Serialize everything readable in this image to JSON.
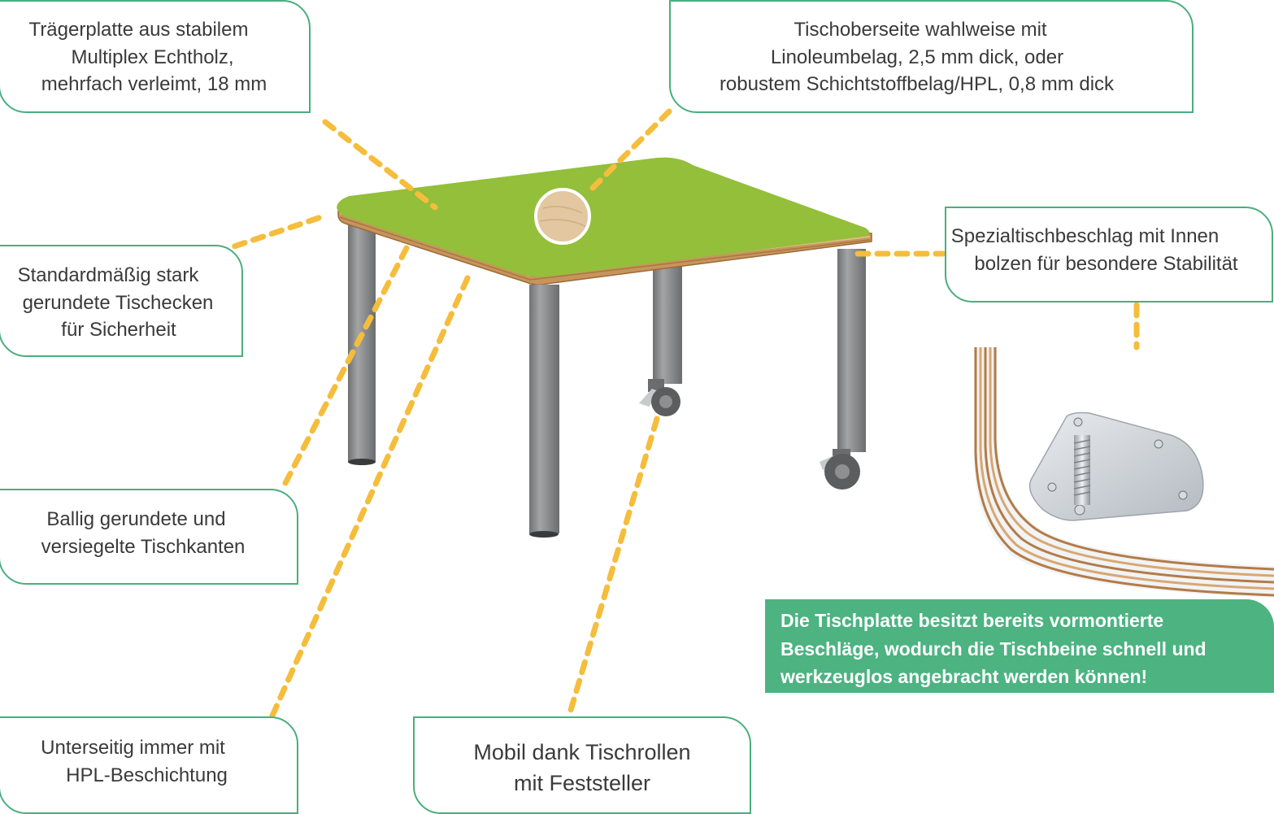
{
  "callouts": {
    "carrier_plate": [
      "Trägerplatte aus stabilem",
      "Multiplex Echtholz,",
      "mehrfach verleimt, 18 mm"
    ],
    "top_surface": [
      "Tischoberseite wahlweise mit",
      "Linoleumbelag, 2,5 mm dick, oder",
      "robustem Schichtstoffbelag/HPL, 0,8 mm dick"
    ],
    "rounded_corners": [
      "Standardmäßig stark",
      "gerundete Tischecken",
      "für Sicherheit"
    ],
    "special_fitting": [
      "Spezialtischbeschlag mit Innen",
      "bolzen für besondere Stabilität"
    ],
    "sealed_edges": [
      "Ballig gerundete und",
      "versiegelte Tischkanten"
    ],
    "underside": [
      "Unterseitig immer mit",
      "HPL-Beschichtung"
    ],
    "casters": [
      "Mobil dank Tischrollen",
      "mit Feststeller"
    ]
  },
  "note": [
    "Die Tischplatte besitzt bereits vormontierte",
    "Beschläge, wodurch die Tischbeine schnell und",
    "werkzeuglos angebracht werden können!"
  ],
  "colors": {
    "frame_green": "#4aae7e",
    "note_green": "#4cb381",
    "leader_yellow": "#f5bd3c",
    "tabletop_green": "#93bf3b",
    "edge_wood": "#c7955c",
    "leg_grey": "#8a8c8e",
    "fitting_metal": "#c9ced3"
  }
}
